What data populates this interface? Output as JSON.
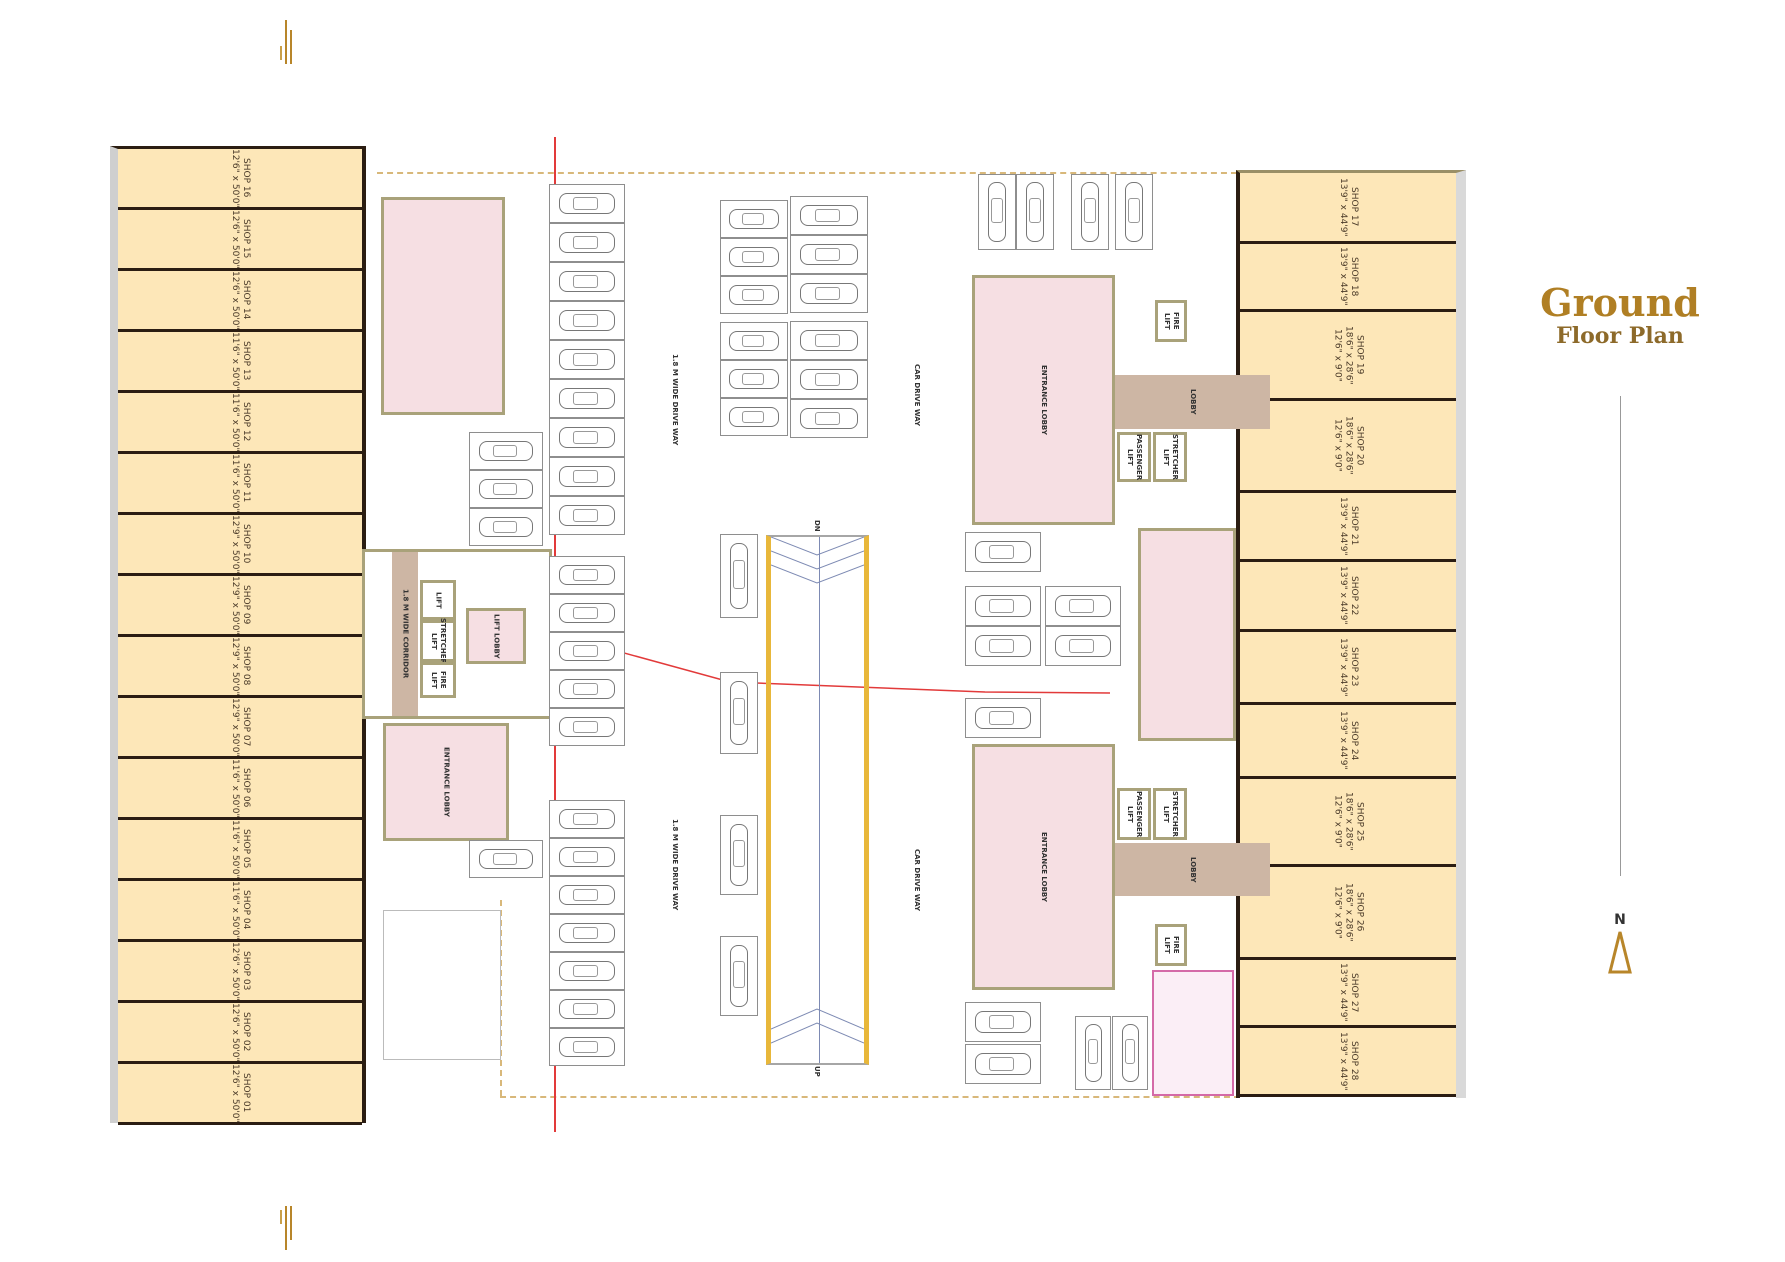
{
  "title": {
    "line1": "Ground",
    "line2": "Floor Plan"
  },
  "north_label": "N",
  "logo_text": "|||",
  "colors": {
    "shop": "#fde7b8",
    "lobby": "#f6dfe3",
    "corridor": "#cdb6a4",
    "gold": "#b8862a",
    "red_line": "#e23a3a",
    "wall": "#a9a27a"
  },
  "left_shops": [
    {
      "name": "SHOP 16",
      "size": "12'6\" x 50'0\""
    },
    {
      "name": "SHOP 15",
      "size": "12'6\" x 50'0\""
    },
    {
      "name": "SHOP 14",
      "size": "12'6\" x 50'0\""
    },
    {
      "name": "SHOP 13",
      "size": "11'6\" x 50'0\""
    },
    {
      "name": "SHOP 12",
      "size": "11'6\" x 50'0\""
    },
    {
      "name": "SHOP 11",
      "size": "11'6\" x 50'0\""
    },
    {
      "name": "SHOP 10",
      "size": "12'9\" x 50'0\""
    },
    {
      "name": "SHOP 09",
      "size": "12'9\" x 50'0\""
    },
    {
      "name": "SHOP 08",
      "size": "12'9\" x 50'0\""
    },
    {
      "name": "SHOP 07",
      "size": "12'9\" x 50'0\""
    },
    {
      "name": "SHOP 06",
      "size": "11'6\" x 50'0\""
    },
    {
      "name": "SHOP 05",
      "size": "11'6\" x 50'0\""
    },
    {
      "name": "SHOP 04",
      "size": "11'6\" x 50'0\""
    },
    {
      "name": "SHOP 03",
      "size": "12'6\" x 50'0\""
    },
    {
      "name": "SHOP 02",
      "size": "12'6\" x 50'0\""
    },
    {
      "name": "SHOP 01",
      "size": "12'6\" x 50'0\""
    }
  ],
  "right_shops": [
    {
      "name": "SHOP 17",
      "size": "13'9\" x 44'9\""
    },
    {
      "name": "SHOP 18",
      "size": "13'9\" x 44'9\""
    },
    {
      "name": "SHOP 19",
      "size": "18'6\" x 28'6\"\n12'6\" x 9'0\""
    },
    {
      "name": "SHOP 20",
      "size": "18'6\" x 28'6\"\n12'6\" x 9'0\""
    },
    {
      "name": "SHOP 21",
      "size": "13'9\" x 44'9\""
    },
    {
      "name": "SHOP 22",
      "size": "13'9\" x 44'9\""
    },
    {
      "name": "SHOP 23",
      "size": "13'9\" x 44'9\""
    },
    {
      "name": "SHOP 24",
      "size": "13'9\" x 44'9\""
    },
    {
      "name": "SHOP 25",
      "size": "18'6\" x 28'6\"\n12'6\" x 9'0\""
    },
    {
      "name": "SHOP 26",
      "size": "18'6\" x 28'6\"\n12'6\" x 9'0\""
    },
    {
      "name": "SHOP 27",
      "size": "13'9\" x 44'9\""
    },
    {
      "name": "SHOP 28",
      "size": "13'9\" x 44'9\""
    }
  ],
  "rooms": {
    "corridor": "1.8 M WIDE CORRIDOR",
    "lift": "LIFT",
    "stretcher_lift": "STRETCHER LIFT",
    "fire_lift": "FIRE LIFT",
    "passenger_lift": "PASSENGER LIFT",
    "lift_lobby": "LIFT LOBBY",
    "lobby": "LOBBY",
    "entrance_lobby": "ENTRANCE LOBBY"
  },
  "driveways": {
    "left": "1.8 M WIDE DRIVE WAY",
    "right": "CAR DRIVE WAY"
  },
  "ramp": {
    "up": "UP",
    "down": "DN"
  }
}
